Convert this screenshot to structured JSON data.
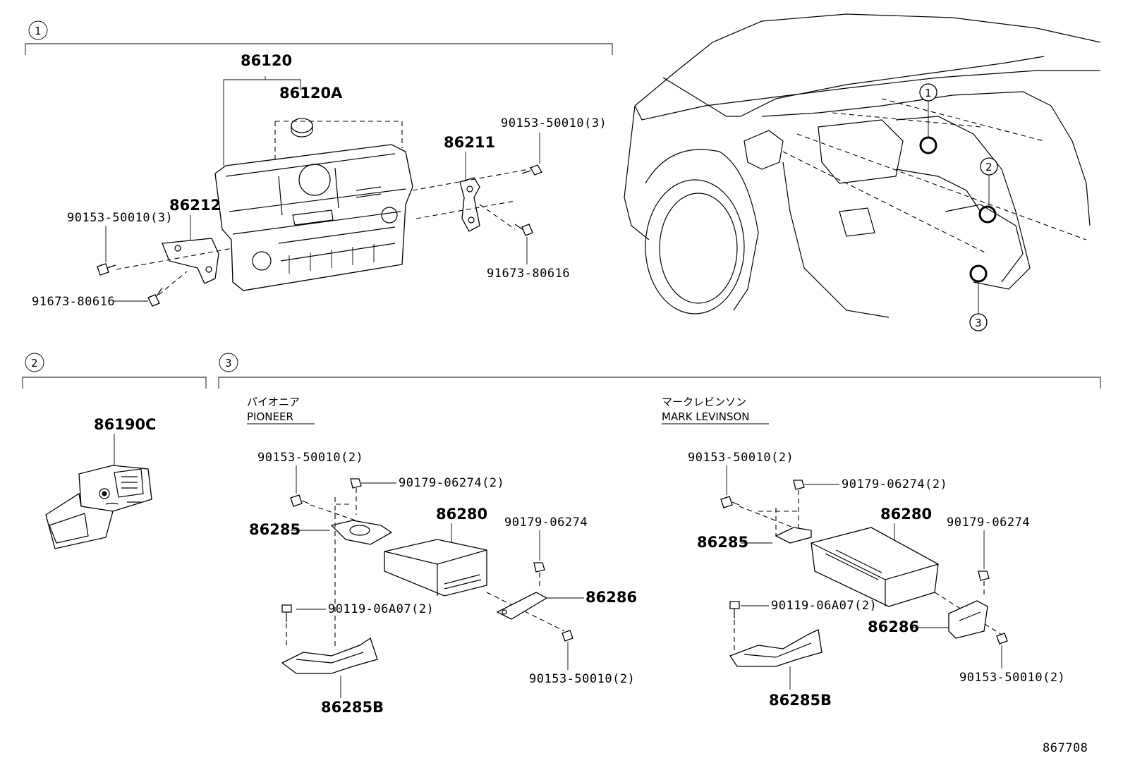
{
  "sections": {
    "s1": {
      "number": "1"
    },
    "s2": {
      "number": "2"
    },
    "s3": {
      "number": "3"
    }
  },
  "overview_callouts": [
    "1",
    "2",
    "3"
  ],
  "section1_labels": {
    "main_unit": "86120",
    "knob": "86120A",
    "bracket_right": "86211",
    "bracket_left": "86212",
    "screw_top_right": "90153-50010(3)",
    "screw_left": "90153-50010(3)",
    "bolt_right": "91673-80616",
    "bolt_left": "91673-80616"
  },
  "section2_labels": {
    "usb_jack": "86190C"
  },
  "section3": {
    "pioneer": {
      "brand_jp": "パイオニア",
      "brand_en": "PIONEER",
      "screw_top": "90153-50010(2)",
      "nut_top": "90179-06274(2)",
      "amplifier": "86280",
      "nut_right": "90179-06274",
      "bracket_a": "86285",
      "bracket_b": "86286",
      "bolt_mid": "90119-06A07(2)",
      "screw_bottom": "90153-50010(2)",
      "bracket_c": "86285B"
    },
    "mark_levinson": {
      "brand_jp": "マークレビンソン",
      "brand_en": "MARK LEVINSON",
      "screw_top": "90153-50010(2)",
      "nut_top": "90179-06274(2)",
      "amplifier": "86280",
      "nut_right": "90179-06274",
      "bracket_a": "86285",
      "bracket_b": "86286",
      "bolt_mid": "90119-06A07(2)",
      "screw_bottom": "90153-50010(2)",
      "bracket_c": "86285B"
    }
  },
  "figure_id": "867708"
}
